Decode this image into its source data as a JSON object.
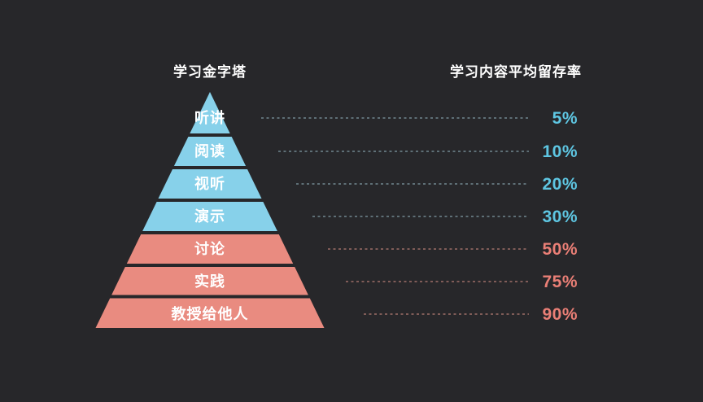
{
  "background": "#27272a",
  "titles": {
    "pyramid": "学习金字塔",
    "retention": "学习内容平均留存率"
  },
  "colors": {
    "passive_fill": "#87d1ea",
    "active_fill": "#e98b80",
    "passive_value": "#5ec6e2",
    "active_value": "#ea7f76",
    "passive_dash": "#7f98a2",
    "active_dash": "#b27b73",
    "label_text": "#ffffff"
  },
  "chart_data": {
    "type": "pyramid",
    "title": "学习金字塔",
    "value_axis_title": "学习内容平均留存率",
    "legend": "off",
    "levels": [
      {
        "label": "听讲",
        "retention": "5%",
        "retention_value": 5,
        "group": "passive"
      },
      {
        "label": "阅读",
        "retention": "10%",
        "retention_value": 10,
        "group": "passive"
      },
      {
        "label": "视听",
        "retention": "20%",
        "retention_value": 20,
        "group": "passive"
      },
      {
        "label": "演示",
        "retention": "30%",
        "retention_value": 30,
        "group": "passive"
      },
      {
        "label": "讨论",
        "retention": "50%",
        "retention_value": 50,
        "group": "active"
      },
      {
        "label": "实践",
        "retention": "75%",
        "retention_value": 75,
        "group": "active"
      },
      {
        "label": "教授给他人",
        "retention": "90%",
        "retention_value": 90,
        "group": "active"
      }
    ]
  }
}
